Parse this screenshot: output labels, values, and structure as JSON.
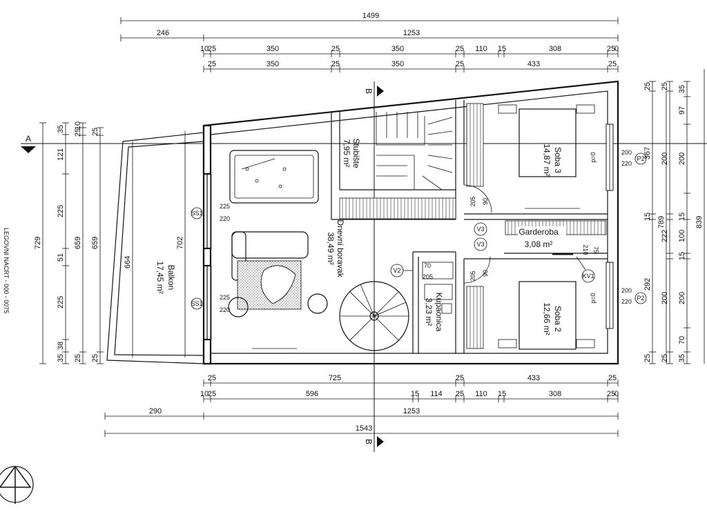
{
  "section_marks": {
    "a": "A",
    "b": "B"
  },
  "top_dims": {
    "row1": [
      "1499"
    ],
    "row2": [
      "246",
      "1253"
    ],
    "row3": [
      "10",
      "25",
      "350",
      "25",
      "350",
      "25",
      "110",
      "15",
      "308",
      "25",
      "0"
    ],
    "row4": [
      "25",
      "350",
      "25",
      "350",
      "25",
      "433",
      "25"
    ]
  },
  "bottom_dims": {
    "row1": [
      "25",
      "725",
      "25",
      "433",
      "25"
    ],
    "row2": [
      "10",
      "25",
      "596",
      "15",
      "114",
      "25",
      "110",
      "15",
      "308",
      "25",
      "0"
    ],
    "row3": [
      "290",
      "1253"
    ],
    "row4": [
      "1543"
    ]
  },
  "left_dims": {
    "col1": [
      "729"
    ],
    "col2": [
      "35",
      "121",
      "225",
      "51",
      "225",
      "38",
      "35"
    ],
    "col3": [
      "10",
      "25",
      "659",
      "25"
    ],
    "col4": [
      "25",
      "659",
      "25"
    ],
    "col5": [
      "664"
    ],
    "col6": [
      "702"
    ]
  },
  "right_dims": {
    "col1": [
      "25",
      "367",
      "15",
      "292",
      "25"
    ],
    "col2": [
      "25",
      "200",
      "222",
      "200",
      "25"
    ],
    "col3": [
      "35",
      "97",
      "200",
      "15",
      "100",
      "15",
      "200",
      "70",
      "35"
    ],
    "col4": [
      "789"
    ],
    "col5": [
      "839"
    ]
  },
  "rooms": {
    "stubiste": {
      "name": "Stubište",
      "area": "7,95 m²"
    },
    "soba3": {
      "name": "Soba 3",
      "area": "14,87 m²"
    },
    "garderoba": {
      "name": "Garderoba",
      "area": "3,08 m²"
    },
    "soba2": {
      "name": "Soba 2",
      "area": "12,66 m²"
    },
    "kupaonica": {
      "name": "Kupaonica",
      "area": "3,23 m²"
    },
    "dnevni": {
      "name": "Dnevni boravak",
      "area": "38,49 m²"
    },
    "balkon": {
      "name": "Balkon",
      "area": "17,45 m²"
    }
  },
  "openings": {
    "ss1": "SS1",
    "ss1_w": "225",
    "ss1_h": "220",
    "ss1b": "SS1",
    "ss1b_w": "225",
    "ss1b_h": "220",
    "p2a": "P2",
    "p2a_w": "200",
    "p2a_h": "220",
    "p2b": "P2",
    "p2b_w": "200",
    "p2b_h": "220",
    "v3a": "V3",
    "v3b": "V3",
    "v2": "V2",
    "kv1": "KV1",
    "door205": "205",
    "door90": "90",
    "door205b": "205",
    "door90b": "90",
    "kup70": "70",
    "kup205": "205",
    "gard210": "210",
    "gard75": "75",
    "p0a": "p=0",
    "p0b": "p=0"
  },
  "edge_text": "LEGOVNI NACRT - 000 - 0075"
}
